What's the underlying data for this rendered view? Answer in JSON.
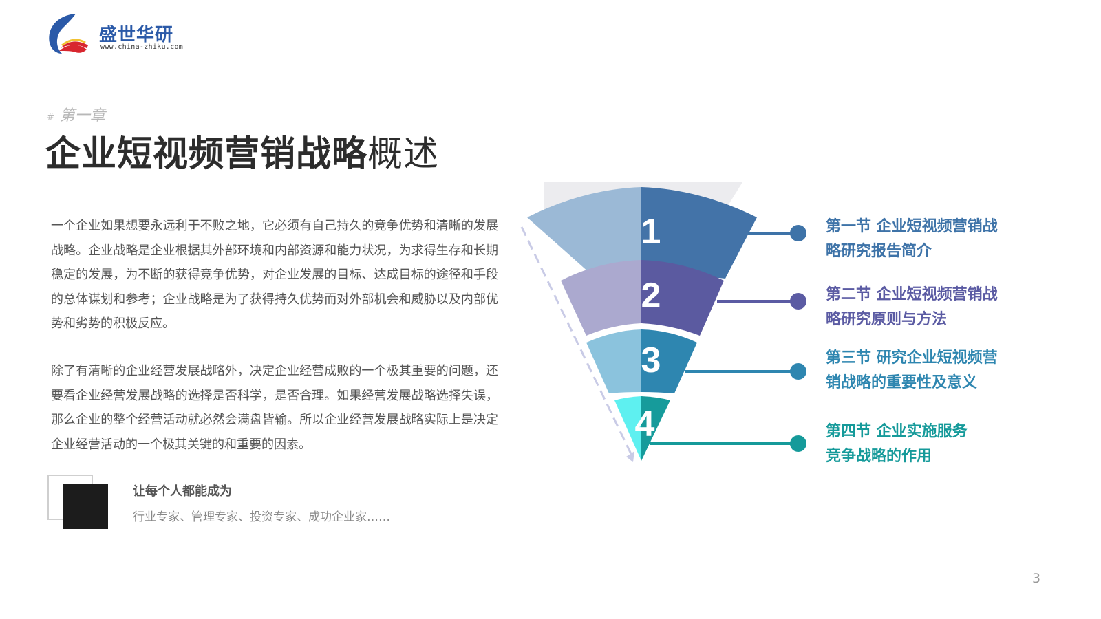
{
  "brand": {
    "name": "盛世华研",
    "url": "www.china-zhiku.com"
  },
  "chapter": {
    "hash": "#",
    "label": "第一章",
    "title_main": "企业短视频营销战略",
    "title_sub": "概述"
  },
  "paragraphs": [
    "一个企业如果想要永远利于不败之地，它必须有自己持久的竞争优势和清晰的发展战略。企业战略是企业根据其外部环境和内部资源和能力状况，为求得生存和长期稳定的发展，为不断的获得竞争优势，对企业发展的目标、达成目标的途径和手段的总体谋划和参考；企业战略是为了获得持久优势而对外部机会和威胁以及内部优势和劣势的积极反应。",
    "除了有清晰的企业经营发展战略外，决定企业经营成败的一个极其重要的问题，还要看企业经营发展战略的选择是否科学，是否合理。如果经营发展战略选择失误，那么企业的整个经营活动就必然会满盘皆输。所以企业经营发展战略实际上是决定企业经营活动的一个极其关键的和重要的因素。"
  ],
  "motto": {
    "title": "让每个人都能成为",
    "subtitle": "行业专家、管理专家、投资专家、成功企业家……"
  },
  "funnel": {
    "layers": [
      {
        "number": "1",
        "color_left": "#9bb9d6",
        "color_right": "#4373a8",
        "line_color": "#3e73a8",
        "label_lines": [
          "第一节 企业短视频营销战",
          "略研究报告简介"
        ]
      },
      {
        "number": "2",
        "color_left": "#aba9cf",
        "color_right": "#5b5aa0",
        "line_color": "#5b5ba3",
        "label_lines": [
          "第二节 企业短视频营销战",
          "略研究原则与方法"
        ]
      },
      {
        "number": "3",
        "color_left": "#8bc3dd",
        "color_right": "#2e86b0",
        "line_color": "#2e86b0",
        "label_lines": [
          "第三节 研究企业短视频营",
          "销战略的重要性及意义"
        ]
      },
      {
        "number": "4",
        "color_left": "#5ef0f0",
        "color_right": "#169b9b",
        "line_color": "#159a9a",
        "label_lines": [
          "第四节 企业实施服务",
          "竞争战略的作用"
        ]
      }
    ]
  },
  "page_number": "3"
}
